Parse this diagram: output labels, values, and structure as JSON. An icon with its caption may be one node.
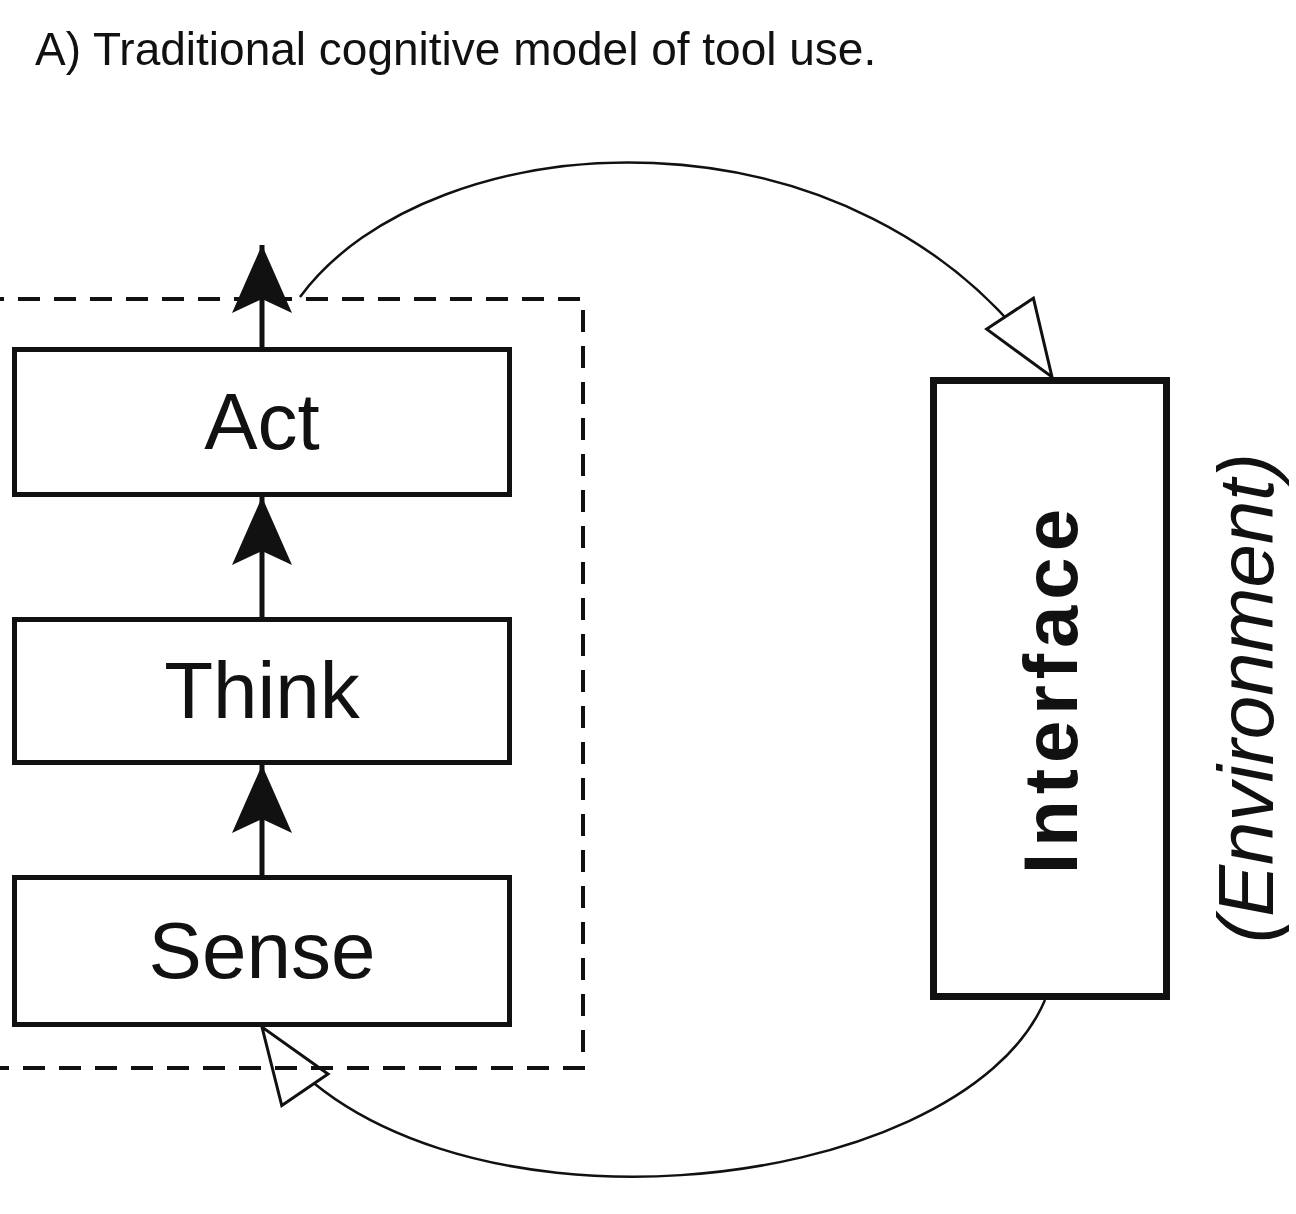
{
  "diagram": {
    "title": "A) Traditional cognitive model of tool use.",
    "nodes": [
      {
        "text": [],
        "shape": "box"
      },
      {
        "text": [
          "Act"
        ],
        "in": 0
      },
      {
        "text": [
          "Think"
        ],
        "in": 0
      },
      {
        "text": [
          "Sense"
        ],
        "in": 0
      },
      {
        "text": [
          "Interface"
        ]
      }
    ],
    "edges": [
      {
        "from": 3,
        "to": 2,
        "arrow": "to"
      },
      {
        "from": 2,
        "to": 1,
        "arrow": "to"
      },
      {
        "from": 1,
        "to": null,
        "arrow": "to"
      },
      {
        "from": 0,
        "to": 4,
        "arrow": "to"
      },
      {
        "from": 4,
        "to": 3,
        "arrow": "to"
      }
    ],
    "labels": [
      "(Environment)"
    ]
  }
}
